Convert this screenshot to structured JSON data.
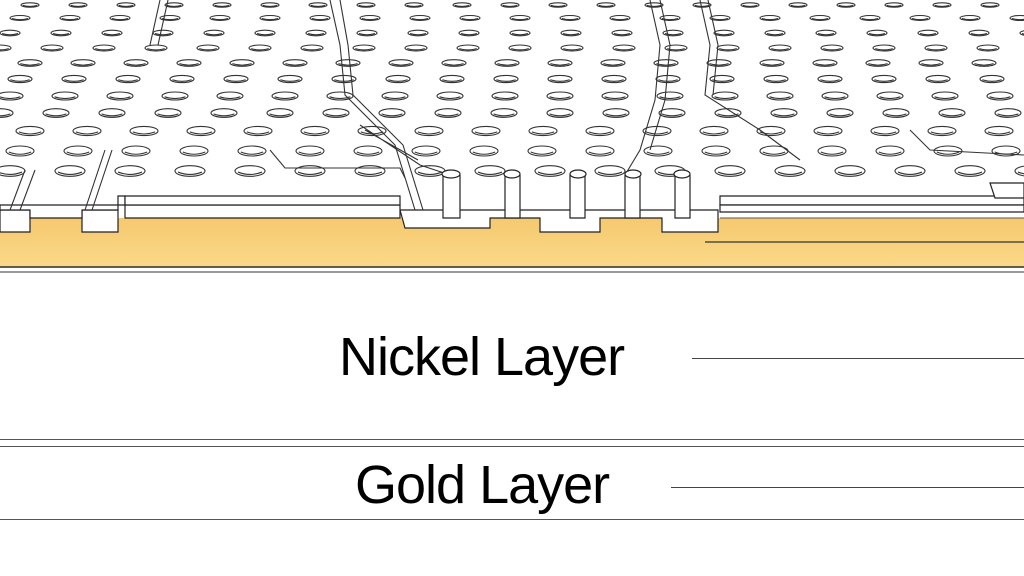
{
  "diagram": {
    "type": "pcb-layer-cross-section",
    "labels": {
      "nickel": "Nickel Layer",
      "gold": "Gold Layer"
    },
    "colors": {
      "gold_layer_fill": "#f7cf7a",
      "outline": "#222222",
      "background": "#ffffff"
    }
  }
}
